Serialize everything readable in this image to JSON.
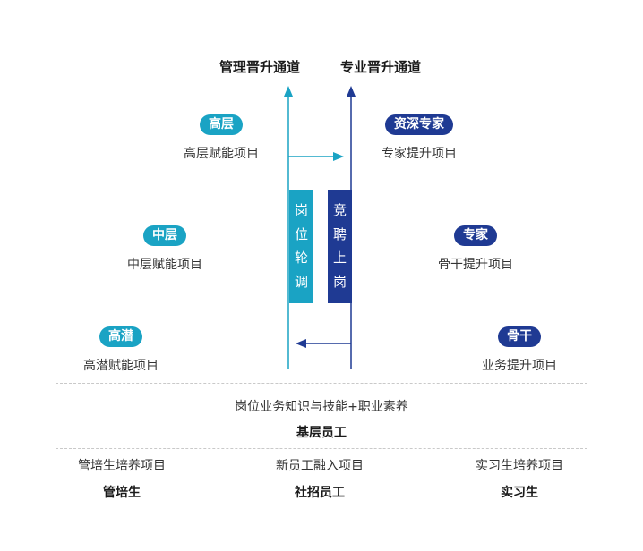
{
  "headers": {
    "management": "管理晋升通道",
    "professional": "专业晋升通道"
  },
  "left_levels": [
    {
      "badge": "高层",
      "project": "高层赋能项目"
    },
    {
      "badge": "中层",
      "project": "中层赋能项目"
    },
    {
      "badge": "高潜",
      "project": "高潜赋能项目"
    }
  ],
  "right_levels": [
    {
      "badge": "资深专家",
      "project": "专家提升项目"
    },
    {
      "badge": "专家",
      "project": "骨干提升项目"
    },
    {
      "badge": "骨干",
      "project": "业务提升项目"
    }
  ],
  "rotation_box": [
    "岗",
    "位",
    "轮",
    "调"
  ],
  "competition_box": [
    "竞",
    "聘",
    "上",
    "岗"
  ],
  "foundation": {
    "skills": "岗位业务知识与技能+职业素养",
    "base": "基层员工"
  },
  "entry": [
    {
      "project": "管培生培养项目",
      "group": "管培生"
    },
    {
      "project": "新员工融入项目",
      "group": "社招员工"
    },
    {
      "project": "实习生培养项目",
      "group": "实习生"
    }
  ],
  "colors": {
    "cyan": "#1aa3c4",
    "navy": "#1f3a93",
    "text": "#333333",
    "dash": "#c9c9c9"
  }
}
